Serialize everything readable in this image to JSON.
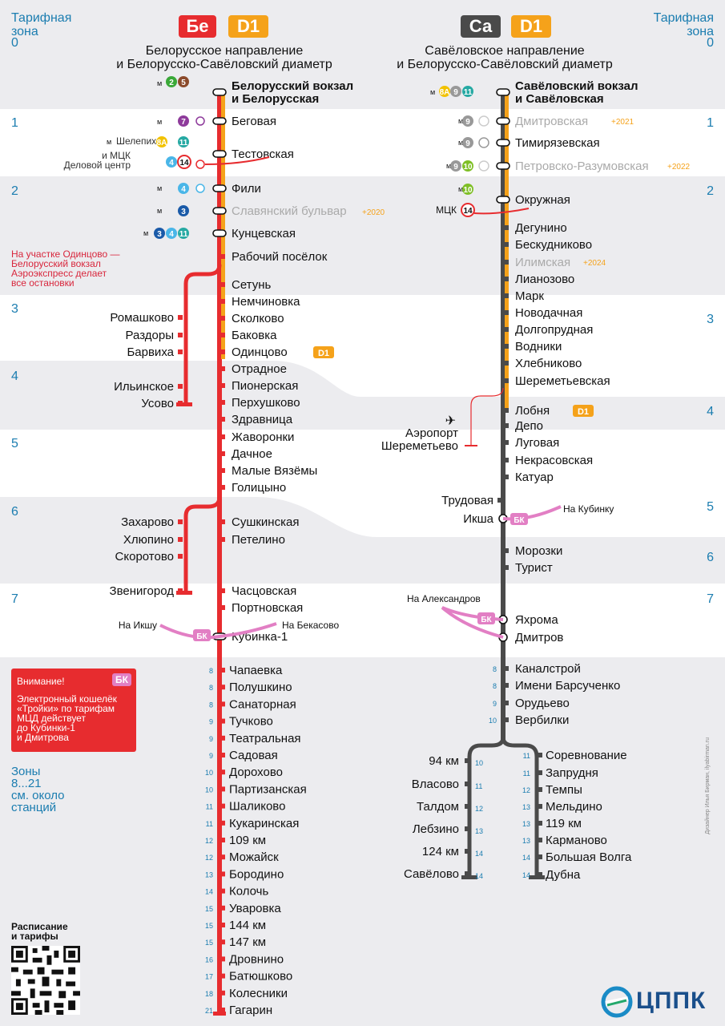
{
  "header": {
    "zone_label": "Тарифная\nзона",
    "left_badges": [
      {
        "text": "Бе",
        "color": "#e72c2f"
      },
      {
        "text": "D1",
        "color": "#f5a21a"
      }
    ],
    "right_badges": [
      {
        "text": "Са",
        "color": "#4a4a4a"
      },
      {
        "text": "D1",
        "color": "#f5a21a"
      }
    ],
    "left_title": "Белорусское направление\nи Белорусско-Савёловский диаметр",
    "right_title": "Савёловское направление\nи Белорусско-Савёловский диаметр"
  },
  "colors": {
    "bel": "#e72c2f",
    "sav": "#4a4a4a",
    "d1": "#f5a21a",
    "zone_text": "#1b7db0",
    "bk": "#e27fc4",
    "band": "#ececef"
  },
  "zone_bands": [
    {
      "label": "0",
      "right_label": "0"
    },
    {
      "label": "1",
      "right_label": "1"
    },
    {
      "label": "2",
      "right_label": "2"
    },
    {
      "label": "3",
      "right_label": "3"
    },
    {
      "label": "4",
      "right_label": "4"
    },
    {
      "label": "5",
      "right_label": "5"
    },
    {
      "label": "6",
      "right_label": "6"
    },
    {
      "label": "7",
      "right_label": "7"
    }
  ],
  "bel_stations": [
    {
      "name": "Белорусский вокзал\nи Белорусская",
      "bold": true
    },
    {
      "name": "Беговая"
    },
    {
      "name": "Тестовская"
    },
    {
      "name": "Фили"
    },
    {
      "name": "Славянский бульвар",
      "planned": "+2020"
    },
    {
      "name": "Кунцевская"
    },
    {
      "name": "Рабочий посёлок"
    },
    {
      "name": "Сетунь"
    },
    {
      "name": "Немчиновка"
    },
    {
      "name": "Сколково"
    },
    {
      "name": "Баковка"
    },
    {
      "name": "Одинцово"
    },
    {
      "name": "Отрадное"
    },
    {
      "name": "Пионерская"
    },
    {
      "name": "Перхушково"
    },
    {
      "name": "Здравница"
    },
    {
      "name": "Жаворонки"
    },
    {
      "name": "Дачное"
    },
    {
      "name": "Малые Вязёмы"
    },
    {
      "name": "Голицыно"
    },
    {
      "name": "Сушкинская"
    },
    {
      "name": "Петелино"
    },
    {
      "name": "Часцовская"
    },
    {
      "name": "Портновская"
    },
    {
      "name": "Кубинка-1"
    }
  ],
  "bel_far": [
    {
      "name": "Чапаевка",
      "zone": "8"
    },
    {
      "name": "Полушкино",
      "zone": "8"
    },
    {
      "name": "Санаторная",
      "zone": "8"
    },
    {
      "name": "Тучково",
      "zone": "9"
    },
    {
      "name": "Театральная",
      "zone": "9"
    },
    {
      "name": "Садовая",
      "zone": "9"
    },
    {
      "name": "Дорохово",
      "zone": "10"
    },
    {
      "name": "Партизанская",
      "zone": "10"
    },
    {
      "name": "Шаликово",
      "zone": "11"
    },
    {
      "name": "Кукаринская",
      "zone": "11"
    },
    {
      "name": "109 км",
      "zone": "12"
    },
    {
      "name": "Можайск",
      "zone": "12"
    },
    {
      "name": "Бородино",
      "zone": "13"
    },
    {
      "name": "Колочь",
      "zone": "14"
    },
    {
      "name": "Уваровка",
      "zone": "15"
    },
    {
      "name": "144 км",
      "zone": "15"
    },
    {
      "name": "147 км",
      "zone": "15"
    },
    {
      "name": "Дровнино",
      "zone": "16"
    },
    {
      "name": "Батюшково",
      "zone": "17"
    },
    {
      "name": "Колесники",
      "zone": "18"
    },
    {
      "name": "Гагарин",
      "zone": "21"
    }
  ],
  "usovo_branch": [
    "Ромашково",
    "Раздоры",
    "Барвиха",
    "Ильинское",
    "Усово"
  ],
  "zveni_branch": [
    "Захарово",
    "Хлюпино",
    "Скоротово",
    "Звенигород"
  ],
  "sav_stations": [
    {
      "name": "Савёловский вокзал\nи Савёловская",
      "bold": true
    },
    {
      "name": "Дмитровская",
      "planned": "+2021"
    },
    {
      "name": "Тимирязевская"
    },
    {
      "name": "Петровско-Разумовская",
      "planned": "+2022"
    },
    {
      "name": "Окружная"
    },
    {
      "name": "Дегунино"
    },
    {
      "name": "Бескудниково"
    },
    {
      "name": "Илимская",
      "planned": "+2024"
    },
    {
      "name": "Лианозово"
    },
    {
      "name": "Марк"
    },
    {
      "name": "Новодачная"
    },
    {
      "name": "Долгопрудная"
    },
    {
      "name": "Водники"
    },
    {
      "name": "Хлебниково"
    },
    {
      "name": "Шереметьевская"
    },
    {
      "name": "Лобня"
    },
    {
      "name": "Депо"
    },
    {
      "name": "Луговая"
    },
    {
      "name": "Некрасовская"
    },
    {
      "name": "Катуар"
    },
    {
      "name": "Трудовая"
    },
    {
      "name": "Икша"
    },
    {
      "name": "Морозки"
    },
    {
      "name": "Турист"
    },
    {
      "name": "Яхрома"
    },
    {
      "name": "Дмитров"
    },
    {
      "name": "Каналстрой",
      "zone": "8"
    },
    {
      "name": "Имени Барсученко",
      "zone": "8"
    },
    {
      "name": "Орудьево",
      "zone": "9"
    },
    {
      "name": "Вербилки",
      "zone": "10"
    }
  ],
  "sav_left_branch": [
    {
      "name": "94 км",
      "zone": "10"
    },
    {
      "name": "Власово",
      "zone": "11"
    },
    {
      "name": "Талдом",
      "zone": "12"
    },
    {
      "name": "Лебзино",
      "zone": "13"
    },
    {
      "name": "124 км",
      "zone": "14"
    },
    {
      "name": "Савёлово",
      "zone": "14"
    }
  ],
  "sav_right_branch": [
    {
      "name": "Соревнование",
      "zone": "11"
    },
    {
      "name": "Запрудня",
      "zone": "11"
    },
    {
      "name": "Темпы",
      "zone": "12"
    },
    {
      "name": "Мельдино",
      "zone": "13"
    },
    {
      "name": "119 км",
      "zone": "13"
    },
    {
      "name": "Карманово",
      "zone": "13"
    },
    {
      "name": "Большая Волга",
      "zone": "14"
    },
    {
      "name": "Дубна",
      "zone": "14"
    }
  ],
  "metro_labels": {
    "shelepiha": "Шелепиха",
    "mck_delovoy": "и МЦК\nДеловой центр",
    "mck": "МЦК",
    "m": "м"
  },
  "transfer_labels": {
    "bk": "БК",
    "na_ikshu": "На Икшу",
    "na_bekasovo": "На Бекасово",
    "na_kubinku": "На Кубинку",
    "na_aleksandrov": "На Александров",
    "airport": "Аэропорт\nШереметьево",
    "d1": "D1"
  },
  "note_text": "На участке Одинцово —\nБелорусский вокзал\nАэроэкспресс делает\nвсе остановки",
  "warning": {
    "title": "Внимание!",
    "badge": "БК",
    "text": "Электронный кошелёк\n«Тройки» по тарифам\nМЦД действует\nдо Кубинки-1\nи Дмитрова"
  },
  "zones_note": "Зоны\n8...21\nсм. около\nстанций",
  "schedule_label": "Расписание\nи тарифы",
  "logo_text": "ЦППК",
  "credit": "Дизайнер Илья Бирман, ilyabirman.ru"
}
